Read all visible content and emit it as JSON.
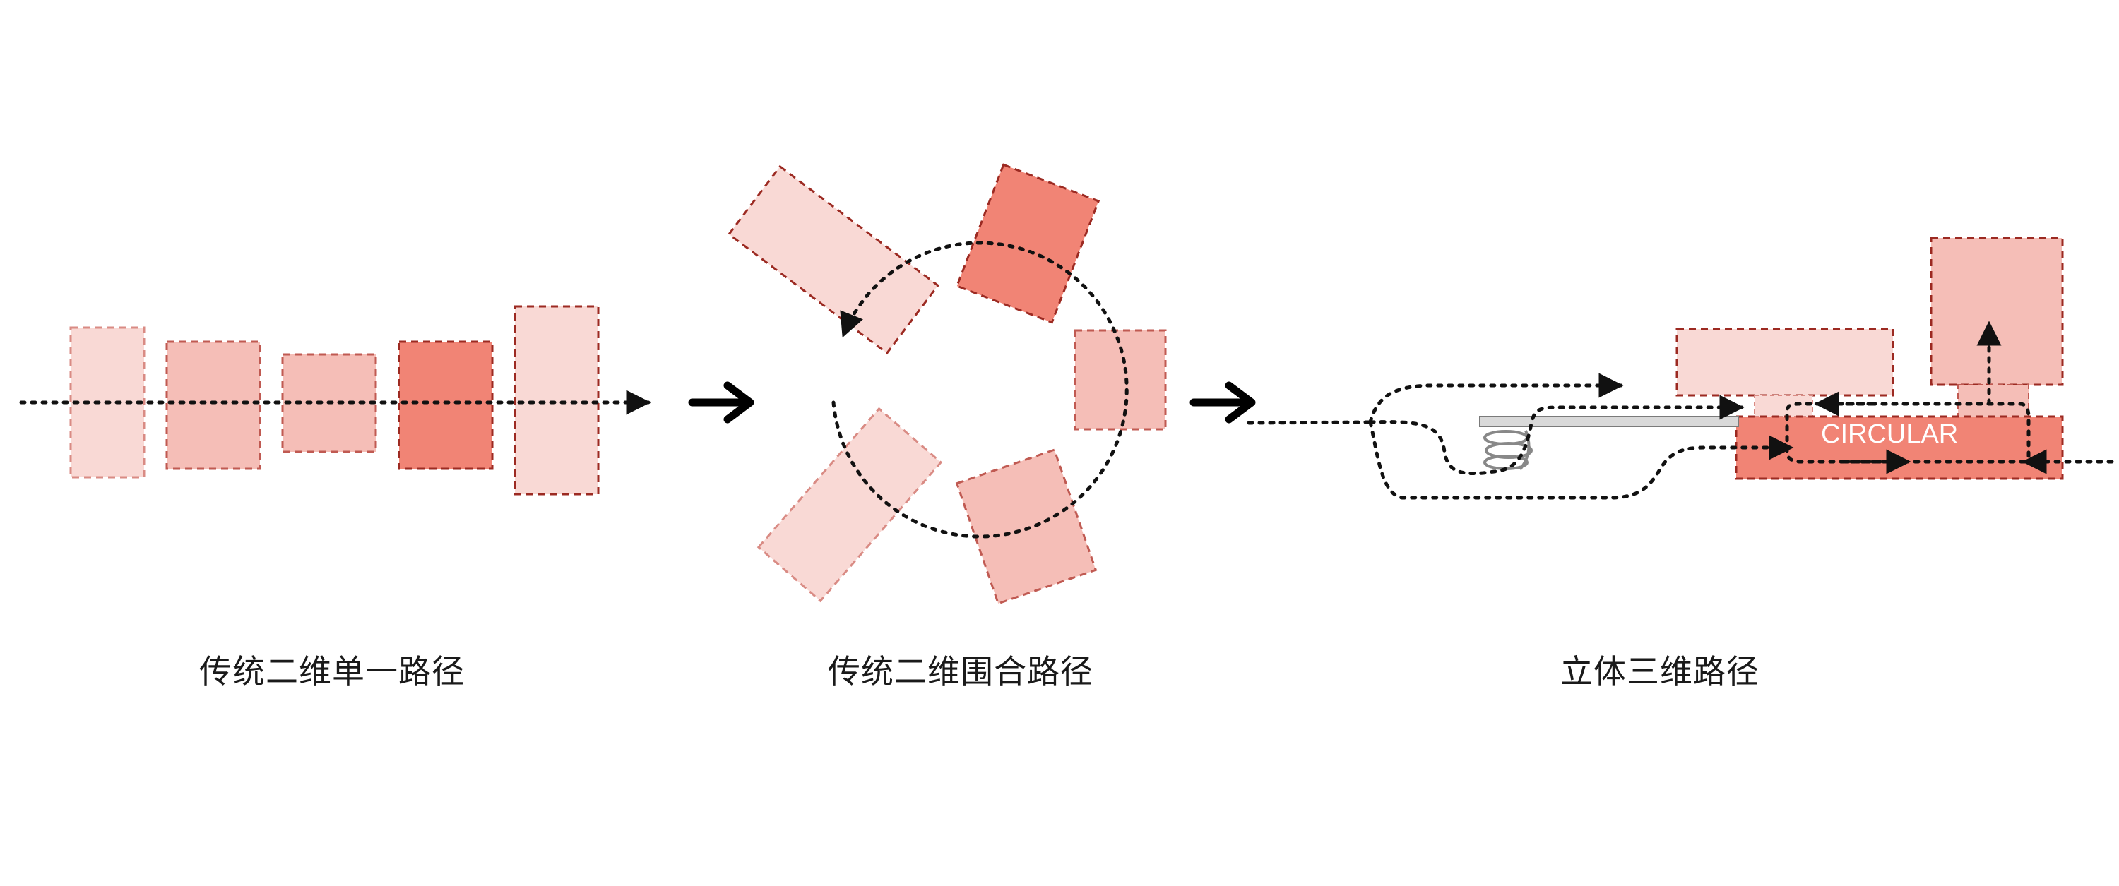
{
  "captions": {
    "first": "传统二维单一路径",
    "second": "传统二维围合路径",
    "third": "立体三维路径"
  },
  "third_diagram": {
    "label": "CIRCULAR"
  },
  "colors": {
    "pale": "#f9d9d5",
    "light": "#f5beb7",
    "strong": "#f18475",
    "border": "#9c2a22",
    "path": "#111111"
  }
}
